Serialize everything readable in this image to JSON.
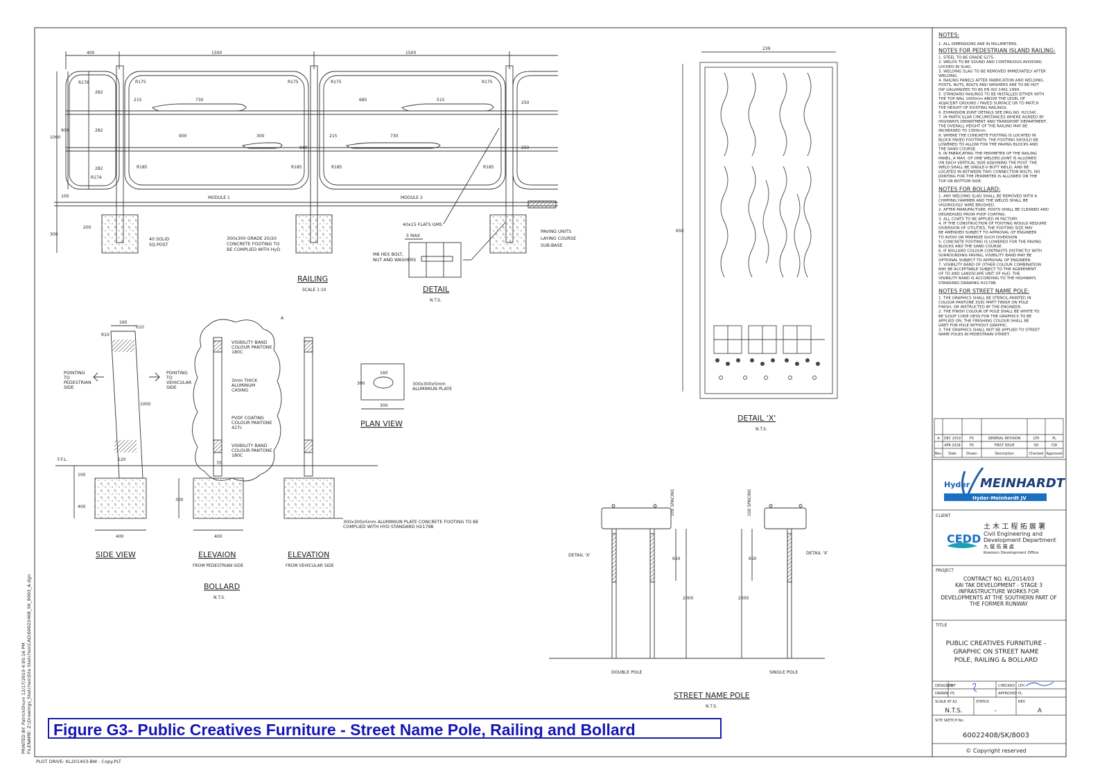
{
  "caption": "Figure G3- Public Creatives Furniture - Street Name Pole, Railing and Bollard",
  "side_strip": {
    "printed_by": "PRINTED BY: PatrickShum  12/17/2019   4:05:16 PM",
    "filename": "FILENAME: Z:\\Drawings_Sketches\\Site Sketches\\CAD\\60022408_SK_8003_A.dgn",
    "plot_drive": "PLOT DRIVE: KL201403-BW - Copy.PLT"
  },
  "railing": {
    "title": "RAILING",
    "scale": "SCALE 1:10",
    "dims": {
      "d400": "400",
      "d1500a": "1500",
      "d1500b": "1500",
      "r176": "R176",
      "r175": "R175",
      "r185": "R185",
      "r174": "R174",
      "d282": "282",
      "d1000": "1000",
      "d900": "900",
      "d100": "100",
      "d300": "300",
      "d200": "200",
      "d215": "215",
      "d730": "730",
      "d685": "685",
      "d515": "515",
      "d300b": "300",
      "d250": "250",
      "d840": "840"
    },
    "module1": "MODULE 1",
    "module2": "MODULE 2",
    "labels": {
      "solid_post": [
        "40 SOLID",
        "SQ.POST"
      ],
      "footing": [
        "300x300 GRADE 20/20",
        "CONCRETE FOOTING TO",
        "BE COMPLIED WITH HyD"
      ],
      "flats": "40x15 FLATS GMS",
      "paving": [
        "PAVING UNITS",
        "LAYING COURSE",
        "SUB-BASE"
      ]
    }
  },
  "detail": {
    "title": "DETAIL",
    "scale": "N.T.S.",
    "max": "5 MAX",
    "bolt": [
      "M8 HEX BOLT,",
      "NUT AND WASHERS"
    ]
  },
  "detail_x": {
    "title": "DETAIL 'X'",
    "scale": "N.T.S.",
    "width": "239",
    "height": "650"
  },
  "bollard": {
    "title": "BOLLARD",
    "scale": "N.T.S.",
    "revision_tag": "A",
    "side_view": "SIDE VIEW",
    "elevation_ped": "ELEVAION",
    "elevation_ped_sub": "FROM PEDESTRIAN SIDE",
    "elevation_veh": "ELEVATION",
    "elevation_veh_sub": "FROM VEHICULAR SIDE",
    "plan_view": "PLAN VIEW",
    "pointing_ped": [
      "POINTING",
      "TO",
      "PEDESTRIAN",
      "SIDE"
    ],
    "pointing_veh": [
      "POINTING",
      "TO",
      "VEHICULAR",
      "SIDE"
    ],
    "ffl": "F.F.L.",
    "dims": {
      "d160": "160",
      "r10": "R10",
      "d1000": "1000",
      "d120": "120",
      "d100": "100",
      "d400": "400",
      "d300": "300",
      "d400b": "400",
      "d70": "70",
      "p160": "160",
      "p300": "300",
      "p300w": "300"
    },
    "callouts": {
      "vis1": [
        "VISIBILITY BAND",
        "COLOUR PANTONE",
        "180C"
      ],
      "casing": [
        "3mm THICK",
        "ALUMINUM",
        "CASING"
      ],
      "pvdf": [
        "PVDF COATING",
        "COLOUR PANTONE",
        "427c"
      ],
      "vis2": [
        "VISIBILITY BAND",
        "COLOUR PANTONE",
        "180C"
      ],
      "plate": [
        "300x300x5mm",
        "ALUMIMIUN PLATE"
      ],
      "footing": [
        "300x300x5mm ALUMIMIUN PLATE CONCRETE FOOTING TO BE",
        "COMPLIED WITH HYD STANDARD H2179B"
      ]
    }
  },
  "street_pole": {
    "title": "STREET NAME POLE",
    "scale": "N.T.S.",
    "double": "DOUBLE POLE",
    "single": "SINGLE POLE",
    "detail_x": "DETAIL 'X'",
    "spacing": "100 SPACING",
    "d650": "650",
    "d2000": "2000"
  },
  "notes": {
    "heading": "NOTES:",
    "general": [
      "1. ALL DIMENSIONS ARE IN MILLIMETERS."
    ],
    "railing_heading": "NOTES FOR PEDESTRIAN ISLAND RAILING:",
    "railing": [
      "1. STEEL TO BE GRADE S275.",
      "2. WELDS TO BE SOUND AND CONTINUOUS AVOIDING",
      "   LOCKED-IN SLAG.",
      "3. WELDING SLAG TO BE REMOVED IMMEDIATELY AFTER",
      "   WELDING.",
      "4. RAILING PANELS AFTER FABRICATION AND WELDING,",
      "   POSTS, NUTS, BOLTS AND WASHERS ARE TO BE HOT",
      "   DIP GALVANIZED TO BS EN ISO 1461:1999.",
      "5. STANDARD RAILINGS TO BE INSTALLED EITHER WITH",
      "   THE TOP RAIL 1000mm ABOVE THE LEVEL OF",
      "   ADJACENT GROUND / PAVED SURFACE OR TO MATCH",
      "   THE HEIGHT OF EXISTING RAILINGS.",
      "6. EXPANSION JOINT DETAILS SEE DRG.NO. H2134C.",
      "7. IN PARTICULAR CIRCUMSTANCES WHERE AGREED BY",
      "   HIGHWAYS DEPARTMENT AND TRANSPORT DEPARTMENT,",
      "   THE OVERALL HEIGHT OF THE RAILING MAY BE",
      "   INCREASED TO 1300mm.",
      "8. WHERE THE CONCRETE FOOTING IS LOCATED IN",
      "   BLOCK PAVED FOOTPATH, THE FOOTING SHOULD BE",
      "   LOWERED TO ALLOW FOR THE PAVING BLOCKS AND",
      "   THE SAND COURSE.",
      "9. IN FABRICATING THE PERIMETER OF THE RAILING",
      "   PANEL, A MAX. OF ONE WELDED JOINT IS ALLOWED",
      "   ON EACH VERTICAL SIDE ADJOINING THE POST. THE",
      "   WELD SHALL BE SINGLE-V BUTT WELD, AND BE",
      "   LOCATED IN BETWEEN TWO CONNECTION BOLTS. NO",
      "   JOINTING FOR THE PERIMETER IS ALLOWED ON THE",
      "   TOP OR BOTTOM SIDE."
    ],
    "bollard_heading": "NOTES FOR BOLLARD:",
    "bollard": [
      "1. ANY WELDING SLAG SHALL BE REMOVED WITH A",
      "   CHIPPING HAMMER AND THE WELDS SHALL BE",
      "   VIGOROUSLY WIRE BRUSHED.",
      "2. AFTER MANUFACTURE, POSTS SHALL BE CLEANED AND",
      "   DEGREASED PRIOR PVDF COATING.",
      "3. ALL COATS TO BE APPLIED IN FACTORY.",
      "4. IF THE CONSTRUCTION OF FOOTING WOULD REQUIRE",
      "   DIVERSION OF UTILITIES, THE FOOTING SIZE MAY",
      "   BE AMENDED SUBJECT TO APPROVAL OF ENGINEER",
      "   TO AVOID OR MINIMIZE SUCH DIVERSION",
      "5. CONCRETE FOOTING IS LOWERED FOR THE PAVING",
      "   BLOCKS AND THE SAND COURSE.",
      "6. IF BOLLARD COLOUR CONTRASTS DISTINCTLY WITH",
      "   SURROUNDING PAVING, VISIBILITY BAND MAY BE",
      "   OPTIONAL SUBJECT TO APPROVAL OF ENGINEER.",
      "7. VISIBILITY BAND OF OTHER COLOUR COMBINATION",
      "   MAY BE ACCEPTABLE SUBJECT TO THE AGREEMENT",
      "   OF TD AND LANDSCAPE UNIT OF HyD. THE",
      "   VISIBILITY BAND IS ACCORDING TO THE HIGHWAYS",
      "   STANDARD DRAWING H2179B."
    ],
    "pole_heading": "NOTES FOR STREET NAME POLE:",
    "pole": [
      "1. THE GRAPHICS SHALL BE STENCIL-PAINTED IN",
      "   COLOUR PANTONE 333C MATT FINISH ON POLE",
      "   FINISH, OR INSTRUCTED BY THE ENGINEER.",
      "2. THE FINISH COLOUR OF POLE SHALL BE WHITE TO",
      "   BE S2S2F CODE OESS FOR THE GRAPHICS TO BE",
      "   APPLIED ON. THE FINISHING COLOUR SHALL BE",
      "   GREY FOR POLE WITHOUT GRAPHIC.",
      "3. THE GRAPHICS SHALL NOT BE APPLIED TO STREET",
      "   NAME POLES IN PEDESTRAIN STREET."
    ]
  },
  "revisions": {
    "rows": [
      [
        "A",
        "DEC 2019",
        "PS",
        "GENERAL REVISION",
        "LTH",
        "PL"
      ],
      [
        "-",
        "APR 2018",
        "PS",
        "FIRST ISSUE",
        "SH",
        "CW"
      ]
    ],
    "headers": [
      "Rev.",
      "Date",
      "Drawn",
      "Description",
      "Checked",
      "Approved"
    ]
  },
  "title_block": {
    "consultant_hyder": "Hyder",
    "consultant_meinhardt": "MEINHARDT",
    "consultant_jv": "Hyder-Meinhardt JV",
    "client_label": "CLIENT",
    "cedd": "CEDD",
    "client_cn": "土 木 工 程 拓 展 署",
    "client_en1": "Civil Engineering and",
    "client_en2": "Development Department",
    "client_cn2": "九 龍 拓 展 處",
    "client_en3": "Kowloon Development Office",
    "project_label": "PROJECT",
    "project": [
      "CONTRACT NO. KL/2014/03",
      "KAI TAK DEVELOPMENT - STAGE 3",
      "INFRASTRUCTURE WORKS FOR",
      "DEVELOPMENTS AT THE SOUTHERN PART OF",
      "THE FORMER RUNWAY"
    ],
    "title_label": "TITLE",
    "title": [
      "PUBLIC CREATIVES FURNITURE -",
      "GRAPHIC ON STREET NAME",
      "POLE, RAILING & BOLLARD"
    ],
    "designed": "DESIGNED",
    "designed_val": "WT",
    "checked": "CHECKED",
    "checked_val": "LTH",
    "drawn": "DRAWN",
    "drawn_val": "PS",
    "approved": "APPROVED",
    "approved_val": "PL",
    "scale_label": "SCALE AT A1",
    "scale_val": "N.T.S.",
    "status_label": "STATUS",
    "status_val": "-",
    "rev_label": "REV",
    "rev_val": "A",
    "sketch_label": "SITE SKETCH No.",
    "sketch_no": "60022408/SK/8003",
    "copyright": "© Copyright reserved"
  }
}
